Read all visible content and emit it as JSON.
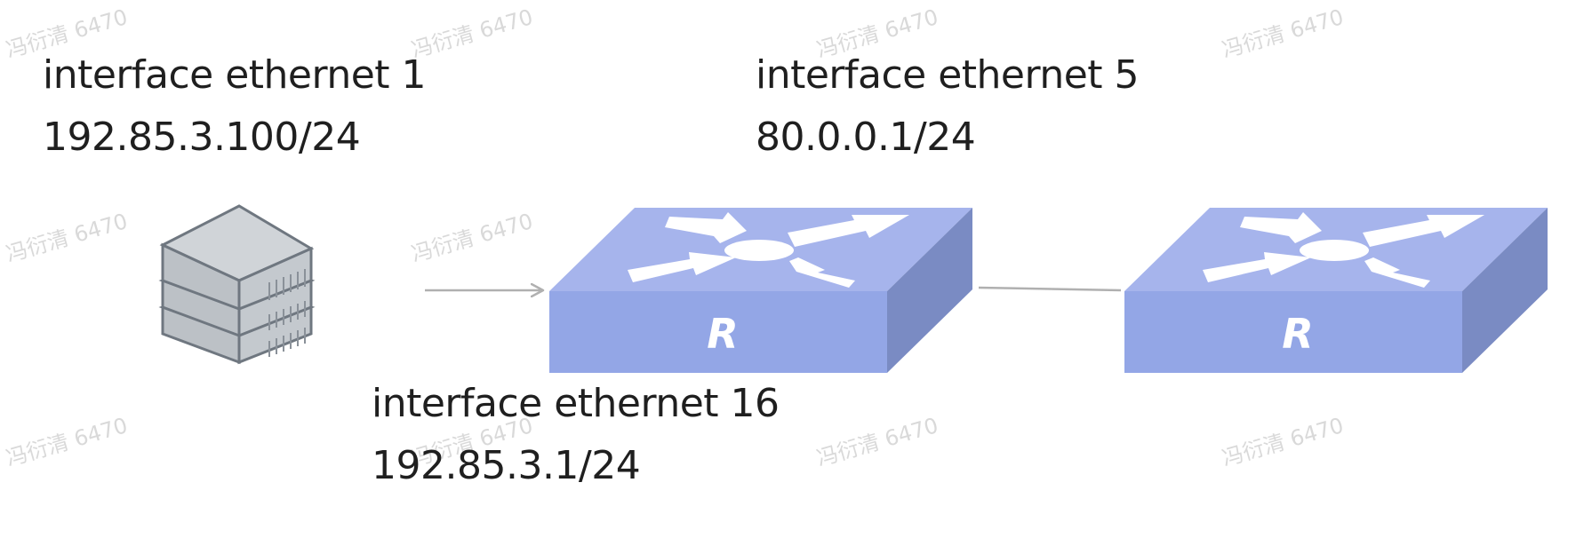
{
  "labels": {
    "host_interface": "interface ethernet 1",
    "host_ip": "192.85.3.100/24",
    "router1_upper_interface": "interface ethernet 5",
    "router1_upper_ip": "80.0.0.1/24",
    "router1_lower_interface": "interface ethernet 16",
    "router1_lower_ip": "192.85.3.1/24"
  },
  "devices": {
    "host": {
      "icon": "server-stack-icon"
    },
    "router1": {
      "icon": "router-icon",
      "letter": "R"
    },
    "router2": {
      "icon": "router-icon",
      "letter": "R"
    }
  },
  "watermark": "冯衍清 6470",
  "colors": {
    "router_top": "#a6b4ec",
    "router_front": "#93a6e6",
    "router_side": "#7a8bc3",
    "server_fill": "#d0d4d8",
    "server_stroke": "#6f7780",
    "link": "#b0b0b0"
  }
}
